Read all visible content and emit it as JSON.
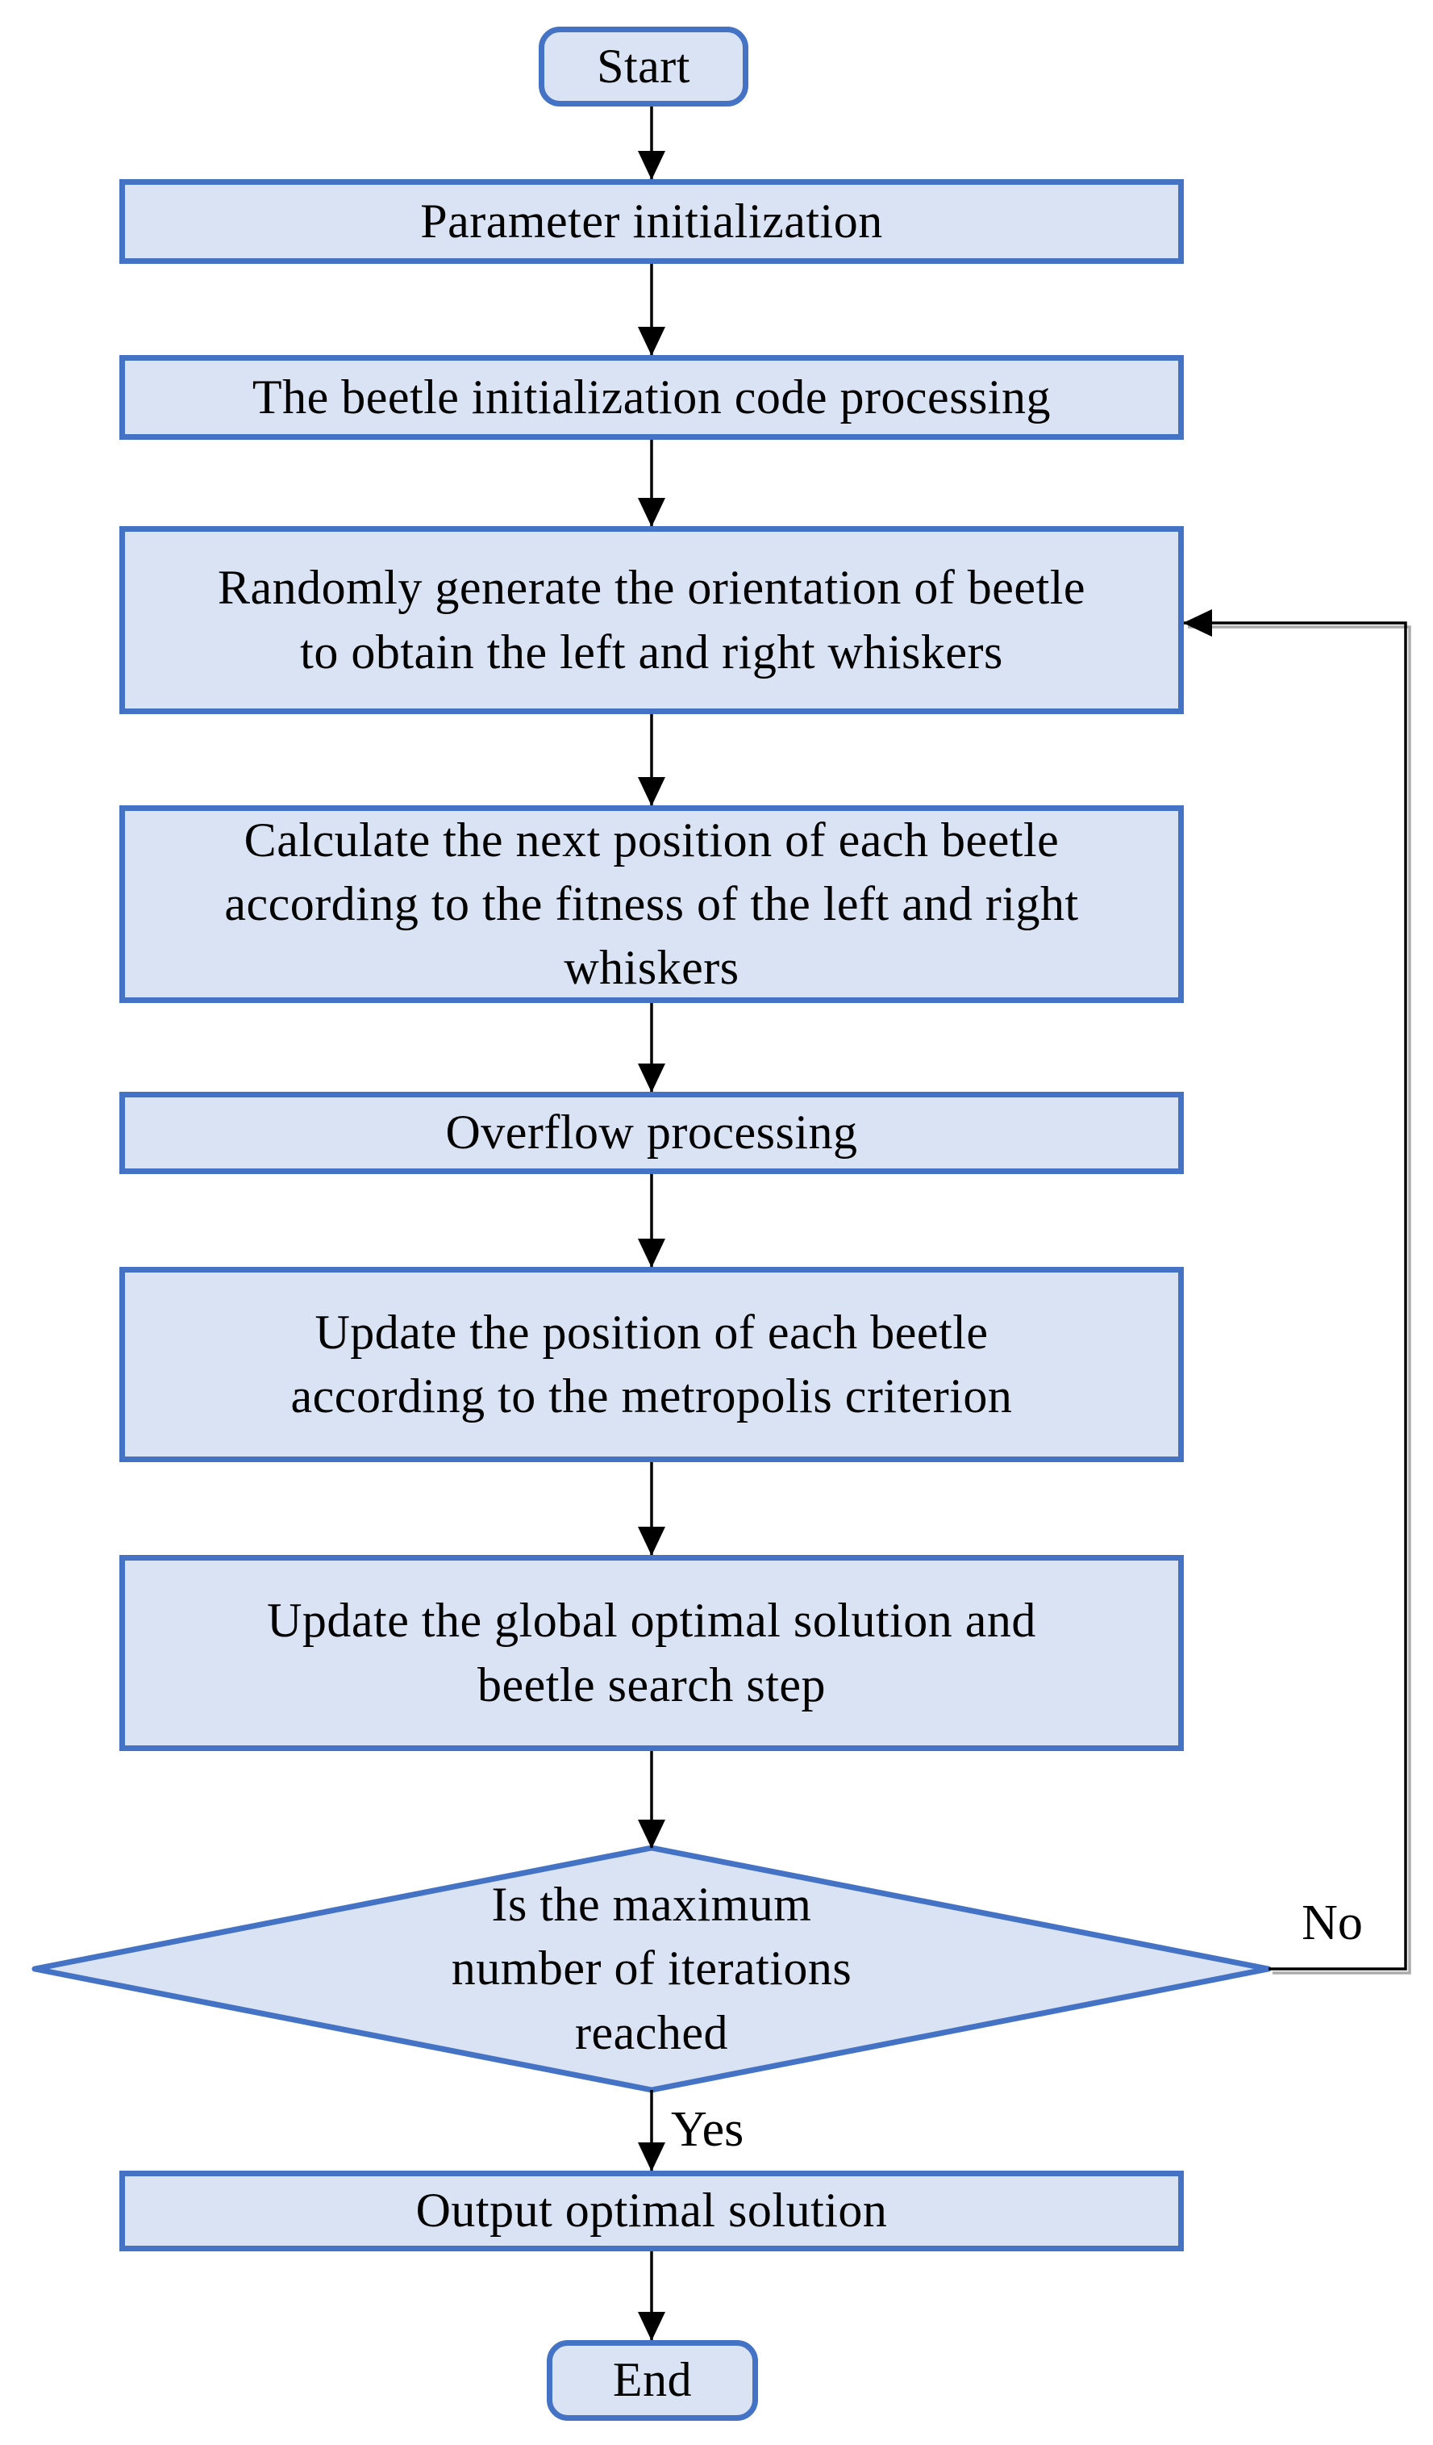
{
  "flowchart": {
    "nodes": {
      "start": {
        "label": "Start"
      },
      "param_init": {
        "label": "Parameter initialization"
      },
      "beetle_init": {
        "label": "The beetle initialization code processing"
      },
      "random_orient": {
        "label": "Randomly generate the orientation of beetle\nto obtain the left and right whiskers"
      },
      "calc_position": {
        "label": "Calculate the next position of each beetle\naccording to the fitness of the left and right\nwhiskers"
      },
      "overflow": {
        "label": "Overflow processing"
      },
      "update_position": {
        "label": "Update the position of each beetle\naccording to the metropolis criterion"
      },
      "update_global": {
        "label": "Update the global optimal solution and\nbeetle search step"
      },
      "decision": {
        "label": "Is the maximum\nnumber of iterations\nreached"
      },
      "output": {
        "label": "Output optimal solution"
      },
      "end": {
        "label": "End"
      }
    },
    "edge_labels": {
      "no": "No",
      "yes": "Yes"
    },
    "colors": {
      "node_fill": "#dae3f3",
      "node_border": "#4472c4",
      "line": "#000000",
      "line_shadow": "#ababab",
      "text": "#000000",
      "background": "#ffffff"
    }
  }
}
